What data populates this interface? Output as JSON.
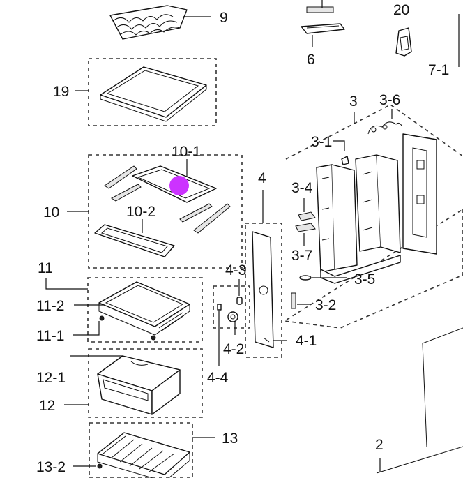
{
  "callouts": {
    "c9": "9",
    "c20": "20",
    "c6": "6",
    "c7_1": "7-1",
    "c19": "19",
    "c3": "3",
    "c3_6": "3-6",
    "c3_1": "3-1",
    "c10_1": "10-1",
    "c4": "4",
    "c3_4": "3-4",
    "c10": "10",
    "c10_2": "10-2",
    "c3_7": "3-7",
    "c11": "11",
    "c4_3": "4-3",
    "c3_5": "3-5",
    "c11_2": "11-2",
    "c3_2": "3-2",
    "c11_1": "11-1",
    "c4_1": "4-1",
    "c4_2": "4-2",
    "c12_1": "12-1",
    "c4_4": "4-4",
    "c12": "12",
    "c2": "2",
    "c13": "13",
    "c13_2": "13-2"
  },
  "highlight": {
    "color": "#cc33ff",
    "target": "10-1"
  }
}
